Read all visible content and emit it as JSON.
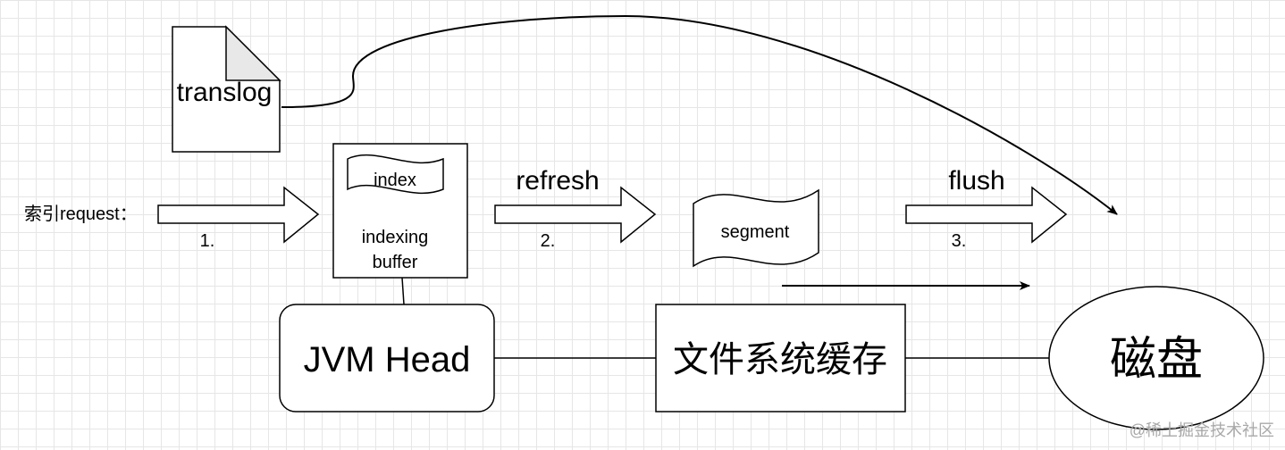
{
  "diagram": {
    "translog": "translog",
    "request_label": "索引request：",
    "index_label": "index",
    "buffer_line1": "indexing",
    "buffer_line2": "buffer",
    "segment_label": "segment",
    "steps": {
      "step1": "1.",
      "refresh": "refresh",
      "step2": "2.",
      "flush": "flush",
      "step3": "3."
    },
    "jvm_label": "JVM Head",
    "fs_cache_label": "文件系统缓存",
    "disk_label": "磁盘",
    "watermark": "@稀土掘金技术社区"
  },
  "colors": {
    "stroke": "#000000",
    "fill": "#ffffff",
    "doc_fold": "#e8e8e8",
    "watermark": "#a8a8a8"
  }
}
